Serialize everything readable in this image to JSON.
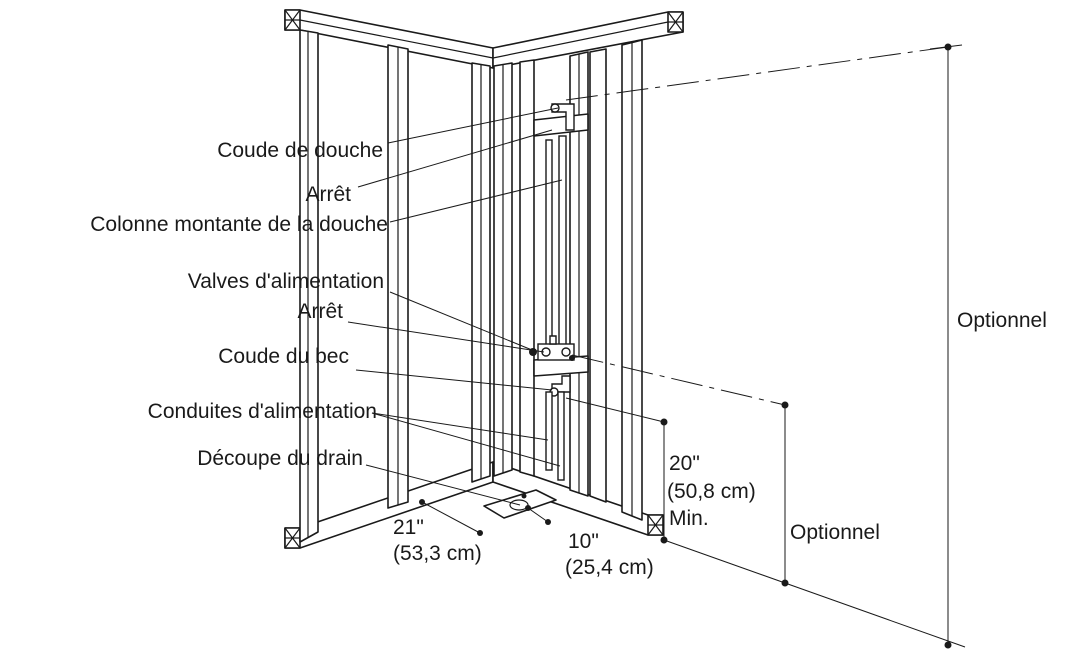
{
  "labels": {
    "shower_elbow": "Coude de douche",
    "stop_upper": "Arrêt",
    "shower_riser": "Colonne montante de la douche",
    "supply_valves": "Valves d'alimentation",
    "stop_lower": "Arrêt",
    "spout_elbow": "Coude du bec",
    "supply_lines": "Conduites d'alimentation",
    "drain_cutout": "Découpe du drain",
    "optional_upper": "Optionnel",
    "optional_lower": "Optionnel"
  },
  "dimensions": {
    "width_in": "21\"",
    "width_cm": "(53,3 cm)",
    "depth_in": "10\"",
    "depth_cm": "(25,4 cm)",
    "height_in": "20\"",
    "height_cm": "(50,8 cm)",
    "height_min": "Min."
  }
}
